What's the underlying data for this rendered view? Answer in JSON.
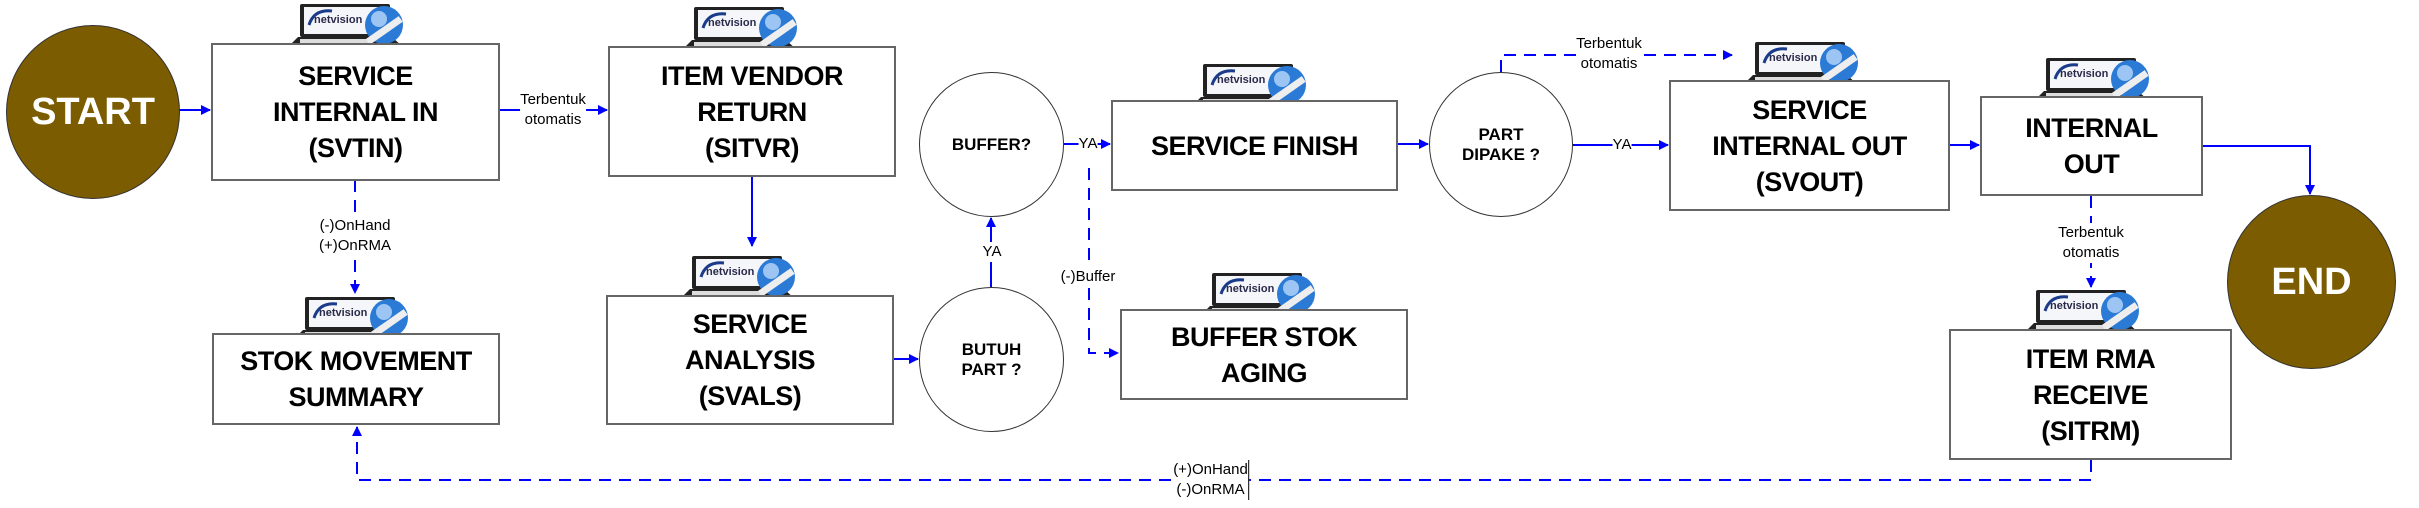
{
  "colors": {
    "terminal": "#7b5c00",
    "connector": "#0000ff",
    "box_border": "#666666"
  },
  "logo_text": "netvision",
  "terminals": {
    "start": "START",
    "end": "END"
  },
  "boxes": {
    "svtin": "SERVICE\nINTERNAL IN\n(SVTIN)",
    "sitvr": "ITEM VENDOR\nRETURN\n(SITVR)",
    "stok_movement": "STOK MOVEMENT\nSUMMARY",
    "svals": "SERVICE\nANALYSIS\n(SVALS)",
    "service_finish": "SERVICE FINISH",
    "buffer_stok": "BUFFER STOK\nAGING",
    "svout": "SERVICE\nINTERNAL OUT\n(SVOUT)",
    "internal_out": "INTERNAL\nOUT",
    "sitrm": "ITEM RMA\nRECEIVE\n(SITRM)"
  },
  "decisions": {
    "buffer": "BUFFER?",
    "butuh_part": "BUTUH\nPART ?",
    "part_dipake": "PART\nDIPAKE ?"
  },
  "labels": {
    "svtin_to_sitvr": "Terbentuk\notomatis",
    "svtin_to_stok": "(-)OnHand\n(+)OnRMA",
    "butuh_to_buffer": "YA",
    "buffer_to_finish": "YA",
    "buffer_to_aging": "(-)Buffer",
    "part_to_svout_auto": "Terbentuk\notomatis",
    "part_to_svout": "YA",
    "intout_to_sitrm": "Terbentuk\notomatis",
    "sitrm_to_stok": "(+)OnHand\n(-)OnRMA"
  }
}
